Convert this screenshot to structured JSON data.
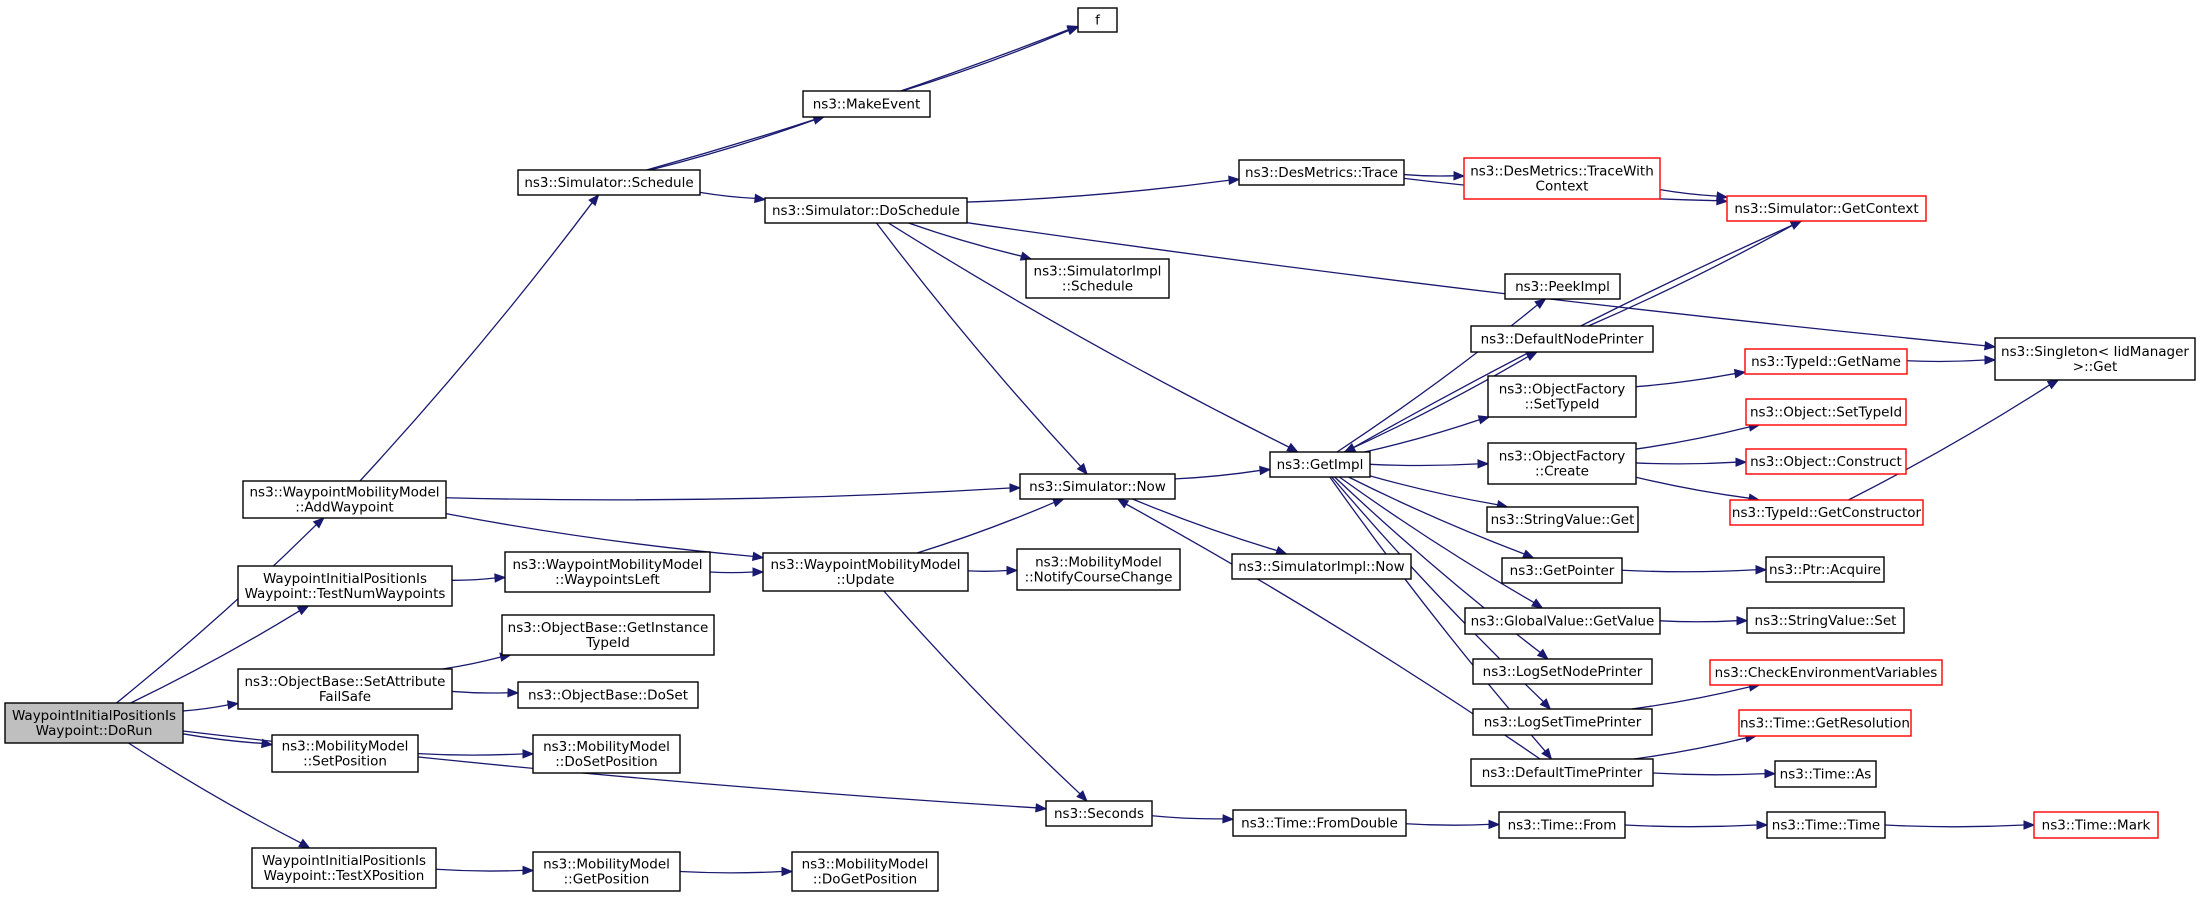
{
  "colors": {
    "edge": "#191970",
    "node_border": "#000000",
    "truncated_node_border": "#ff0000",
    "root_fill": "#bfbfbf",
    "background": "#ffffff"
  },
  "nodes": {
    "dorun": {
      "lines": [
        "WaypointInitialPositionIs",
        "Waypoint::DoRun"
      ],
      "root": true
    },
    "addwp": {
      "lines": [
        "ns3::WaypointMobilityModel",
        "::AddWaypoint"
      ]
    },
    "testnum": {
      "lines": [
        "WaypointInitialPositionIs",
        "Waypoint::TestNumWaypoints"
      ]
    },
    "setattr": {
      "lines": [
        "ns3::ObjectBase::SetAttribute",
        "FailSafe"
      ]
    },
    "mmsetpos": {
      "lines": [
        "ns3::MobilityModel",
        "::SetPosition"
      ]
    },
    "testx": {
      "lines": [
        "WaypointInitialPositionIs",
        "Waypoint::TestXPosition"
      ]
    },
    "schedule": {
      "lines": [
        "ns3::Simulator::Schedule"
      ]
    },
    "wpleft": {
      "lines": [
        "ns3::WaypointMobilityModel",
        "::WaypointsLeft"
      ]
    },
    "getinst": {
      "lines": [
        "ns3::ObjectBase::GetInstance",
        "TypeId"
      ]
    },
    "doset": {
      "lines": [
        "ns3::ObjectBase::DoSet"
      ]
    },
    "dosetpos": {
      "lines": [
        "ns3::MobilityModel",
        "::DoSetPosition"
      ]
    },
    "getpos": {
      "lines": [
        "ns3::MobilityModel",
        "::GetPosition"
      ]
    },
    "dogetpos": {
      "lines": [
        "ns3::MobilityModel",
        "::DoGetPosition"
      ]
    },
    "f": {
      "lines": [
        "f"
      ]
    },
    "makeevent": {
      "lines": [
        "ns3::MakeEvent"
      ]
    },
    "dosched": {
      "lines": [
        "ns3::Simulator::DoSchedule"
      ]
    },
    "update": {
      "lines": [
        "ns3::WaypointMobilityModel",
        "::Update"
      ]
    },
    "simimplsched": {
      "lines": [
        "ns3::SimulatorImpl",
        "::Schedule"
      ]
    },
    "simnow": {
      "lines": [
        "ns3::Simulator::Now"
      ]
    },
    "notify": {
      "lines": [
        "ns3::MobilityModel",
        "::NotifyCourseChange"
      ]
    },
    "seconds": {
      "lines": [
        "ns3::Seconds"
      ]
    },
    "destrace": {
      "lines": [
        "ns3::DesMetrics::Trace"
      ]
    },
    "desctx": {
      "lines": [
        "ns3::DesMetrics::TraceWith",
        "Context"
      ],
      "truncated": true
    },
    "getctx": {
      "lines": [
        "ns3::Simulator::GetContext"
      ],
      "truncated": true
    },
    "getimpl": {
      "lines": [
        "ns3::GetImpl"
      ]
    },
    "implnow": {
      "lines": [
        "ns3::SimulatorImpl::Now"
      ]
    },
    "fromdouble": {
      "lines": [
        "ns3::Time::FromDouble"
      ]
    },
    "peekimpl": {
      "lines": [
        "ns3::PeekImpl"
      ]
    },
    "defnodepr": {
      "lines": [
        "ns3::DefaultNodePrinter"
      ]
    },
    "settypeid": {
      "lines": [
        "ns3::ObjectFactory",
        "::SetTypeId"
      ]
    },
    "create": {
      "lines": [
        "ns3::ObjectFactory",
        "::Create"
      ]
    },
    "svget": {
      "lines": [
        "ns3::StringValue::Get"
      ]
    },
    "getptr": {
      "lines": [
        "ns3::GetPointer"
      ]
    },
    "gvget": {
      "lines": [
        "ns3::GlobalValue::GetValue"
      ]
    },
    "lognode": {
      "lines": [
        "ns3::LogSetNodePrinter"
      ]
    },
    "logtime": {
      "lines": [
        "ns3::LogSetTimePrinter"
      ]
    },
    "deftime": {
      "lines": [
        "ns3::DefaultTimePrinter"
      ]
    },
    "timefrom": {
      "lines": [
        "ns3::Time::From"
      ]
    },
    "getname": {
      "lines": [
        "ns3::TypeId::GetName"
      ],
      "truncated": true
    },
    "objsettid": {
      "lines": [
        "ns3::Object::SetTypeId"
      ],
      "truncated": true
    },
    "construct": {
      "lines": [
        "ns3::Object::Construct"
      ],
      "truncated": true
    },
    "getctor": {
      "lines": [
        "ns3::TypeId::GetConstructor"
      ],
      "truncated": true
    },
    "acquire": {
      "lines": [
        "ns3::Ptr::Acquire"
      ]
    },
    "svset": {
      "lines": [
        "ns3::StringValue::Set"
      ]
    },
    "checkenv": {
      "lines": [
        "ns3::CheckEnvironmentVariables"
      ],
      "truncated": true
    },
    "getres": {
      "lines": [
        "ns3::Time::GetResolution"
      ],
      "truncated": true
    },
    "timeas": {
      "lines": [
        "ns3::Time::As"
      ]
    },
    "timetime": {
      "lines": [
        "ns3::Time::Time"
      ]
    },
    "singleton": {
      "lines": [
        "ns3::Singleton< IidManager",
        " >::Get"
      ]
    },
    "timemark": {
      "lines": [
        "ns3::Time::Mark"
      ],
      "truncated": true
    }
  },
  "edges": [
    [
      "dorun",
      "addwp"
    ],
    [
      "dorun",
      "testnum"
    ],
    [
      "dorun",
      "setattr"
    ],
    [
      "dorun",
      "mmsetpos"
    ],
    [
      "dorun",
      "seconds"
    ],
    [
      "dorun",
      "testx"
    ],
    [
      "addwp",
      "schedule"
    ],
    [
      "addwp",
      "simnow"
    ],
    [
      "addwp",
      "update"
    ],
    [
      "testnum",
      "wpleft"
    ],
    [
      "wpleft",
      "update"
    ],
    [
      "setattr",
      "getinst"
    ],
    [
      "setattr",
      "doset"
    ],
    [
      "mmsetpos",
      "dosetpos"
    ],
    [
      "testx",
      "getpos"
    ],
    [
      "getpos",
      "dogetpos"
    ],
    [
      "schedule",
      "f"
    ],
    [
      "schedule",
      "makeevent"
    ],
    [
      "schedule",
      "dosched"
    ],
    [
      "makeevent",
      "f"
    ],
    [
      "dosched",
      "destrace"
    ],
    [
      "dosched",
      "singleton"
    ],
    [
      "dosched",
      "simimplsched"
    ],
    [
      "dosched",
      "simnow"
    ],
    [
      "dosched",
      "getimpl"
    ],
    [
      "destrace",
      "desctx"
    ],
    [
      "destrace",
      "getctx"
    ],
    [
      "desctx",
      "getctx"
    ],
    [
      "getctx",
      "getimpl"
    ],
    [
      "update",
      "simnow"
    ],
    [
      "update",
      "notify"
    ],
    [
      "update",
      "seconds"
    ],
    [
      "simnow",
      "getimpl"
    ],
    [
      "simnow",
      "implnow"
    ],
    [
      "getimpl",
      "peekimpl"
    ],
    [
      "getimpl",
      "defnodepr"
    ],
    [
      "getimpl",
      "settypeid"
    ],
    [
      "getimpl",
      "create"
    ],
    [
      "getimpl",
      "svget"
    ],
    [
      "getimpl",
      "getptr"
    ],
    [
      "getimpl",
      "gvget"
    ],
    [
      "getimpl",
      "lognode"
    ],
    [
      "getimpl",
      "logtime"
    ],
    [
      "getimpl",
      "deftime"
    ],
    [
      "defnodepr",
      "getctx"
    ],
    [
      "deftime",
      "simnow"
    ],
    [
      "settypeid",
      "getname"
    ],
    [
      "getname",
      "singleton"
    ],
    [
      "create",
      "objsettid"
    ],
    [
      "create",
      "construct"
    ],
    [
      "create",
      "getctor"
    ],
    [
      "getctor",
      "singleton"
    ],
    [
      "getptr",
      "acquire"
    ],
    [
      "gvget",
      "svset"
    ],
    [
      "logtime",
      "checkenv"
    ],
    [
      "deftime",
      "getres"
    ],
    [
      "deftime",
      "timeas"
    ],
    [
      "seconds",
      "fromdouble"
    ],
    [
      "fromdouble",
      "timefrom"
    ],
    [
      "timefrom",
      "timetime"
    ],
    [
      "timetime",
      "timemark"
    ]
  ]
}
